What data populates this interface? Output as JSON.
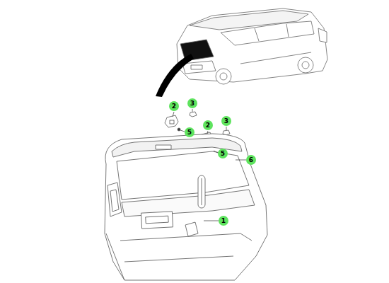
{
  "diagram": {
    "labels": [
      "3",
      "2",
      "5",
      "2",
      "3",
      "5",
      "6",
      "1"
    ]
  }
}
